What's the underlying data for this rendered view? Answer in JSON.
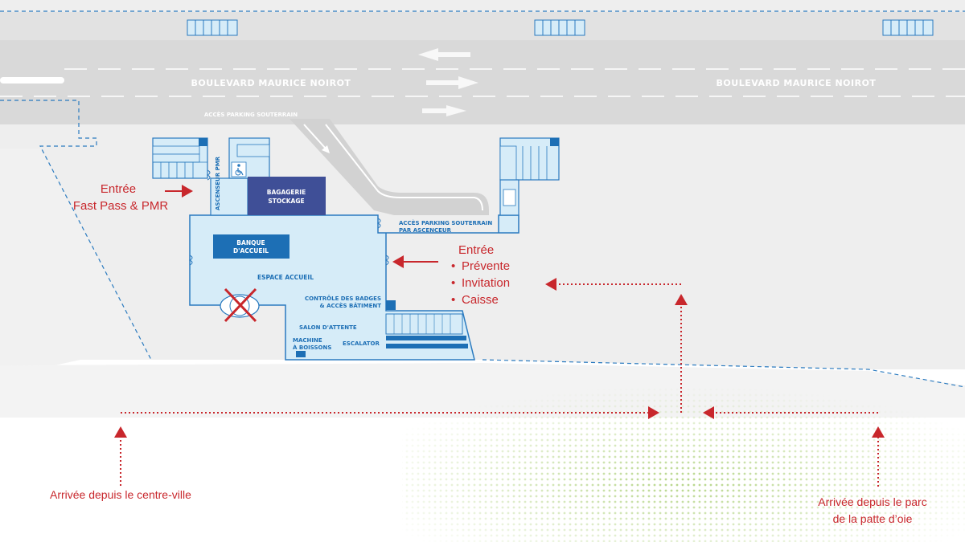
{
  "roads": {
    "boulevard_left": "BOULEVARD MAURICE NOIROT",
    "boulevard_right": "BOULEVARD MAURICE NOIROT",
    "parking_access": "ACCÈS PARKING SOUTERRAIN"
  },
  "plan": {
    "ascenseur_pmr": "ASCENSEUR PMR",
    "bagagerie_line1": "BAGAGERIE",
    "bagagerie_line2": "STOCKAGE",
    "banque_line1": "BANQUE",
    "banque_line2": "D'ACCUEIL",
    "espace_accueil": "ESPACE ACCUEIL",
    "parking_asc_line1": "ACCÈS PARKING SOUTERRAIN",
    "parking_asc_line2": "PAR ASCENCEUR",
    "controle_line1": "CONTRÔLE DES BADGES",
    "controle_line2": "& ACCÈS BÂTIMENT",
    "salon": "SALON D'ATTENTE",
    "machine_line1": "MACHINE",
    "machine_line2": "À BOISSONS",
    "escalator": "ESCALATOR"
  },
  "annotations": {
    "entree_fastpass_line1": "Entrée",
    "entree_fastpass_line2": "Fast Pass & PMR",
    "entree_main_title": "Entrée",
    "entree_main_items": [
      "Prévente",
      "Invitation",
      "Caisse"
    ],
    "arrivee_centre": "Arrivée depuis le centre-ville",
    "arrivee_parc_line1": "Arrivée depuis le parc",
    "arrivee_parc_line2": "de la patte d’oie"
  },
  "colors": {
    "road": "#d9d9d9",
    "ground": "#ececec",
    "building_fill": "#d6ecf8",
    "building_stroke": "#2a7abf",
    "accent_blue": "#1d6fb5",
    "bagagerie": "#3f4f97",
    "annotation_red": "#c8272c",
    "green_dots": "#b7d68a"
  },
  "icons": [
    "accessibility-icon",
    "crossed-out-entrance-icon",
    "double-door-icon"
  ]
}
